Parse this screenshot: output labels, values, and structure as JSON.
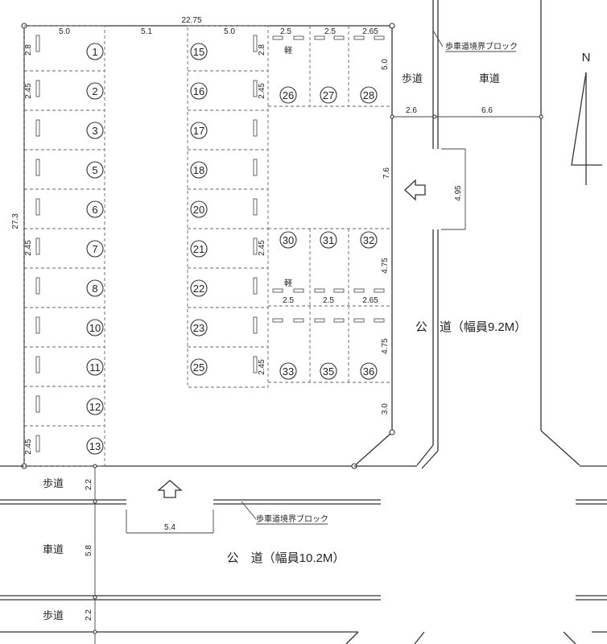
{
  "north_label": "N",
  "dimensions": {
    "total_width": "22.75",
    "total_depth": "27.3",
    "row_left": "5.0",
    "aisle": "5.1",
    "row_mid": "5.0",
    "bay_a": "2.5",
    "bay_b": "2.5",
    "bay_c": "2.65",
    "stall_top": "2.8",
    "stall_245": "2.45",
    "east_depth": "5.0",
    "east_sidewalk": "2.6",
    "east_carriage": "6.6",
    "east_gap": "7.6",
    "entrance_east": "4.95",
    "bay_depth": "4.75",
    "corner": "3.0",
    "south_sidewalk": "2.2",
    "south_carriage": "5.8",
    "entrance_south": "5.4"
  },
  "stalls": {
    "left_column": [
      "1",
      "2",
      "3",
      "5",
      "6",
      "7",
      "8",
      "10",
      "11",
      "12",
      "13"
    ],
    "middle_column": [
      "15",
      "16",
      "17",
      "18",
      "20",
      "21",
      "22",
      "23",
      "25"
    ],
    "top_right": [
      "26",
      "27",
      "28"
    ],
    "middle_right": [
      "30",
      "31",
      "32"
    ],
    "bottom_right": [
      "33",
      "35",
      "36"
    ]
  },
  "kei_label": "軽",
  "labels": {
    "east_sidewalk": "歩道",
    "east_carriage": "車道",
    "south_sidewalk_top": "歩道",
    "south_carriage": "車道",
    "south_sidewalk_bottom": "歩道",
    "boundary_block_east": "歩車道境界ブロック",
    "boundary_block_south": "歩車道境界ブロック",
    "east_road": "公　道（幅員9.2M）",
    "south_road": "公　道（幅員10.2M）"
  }
}
